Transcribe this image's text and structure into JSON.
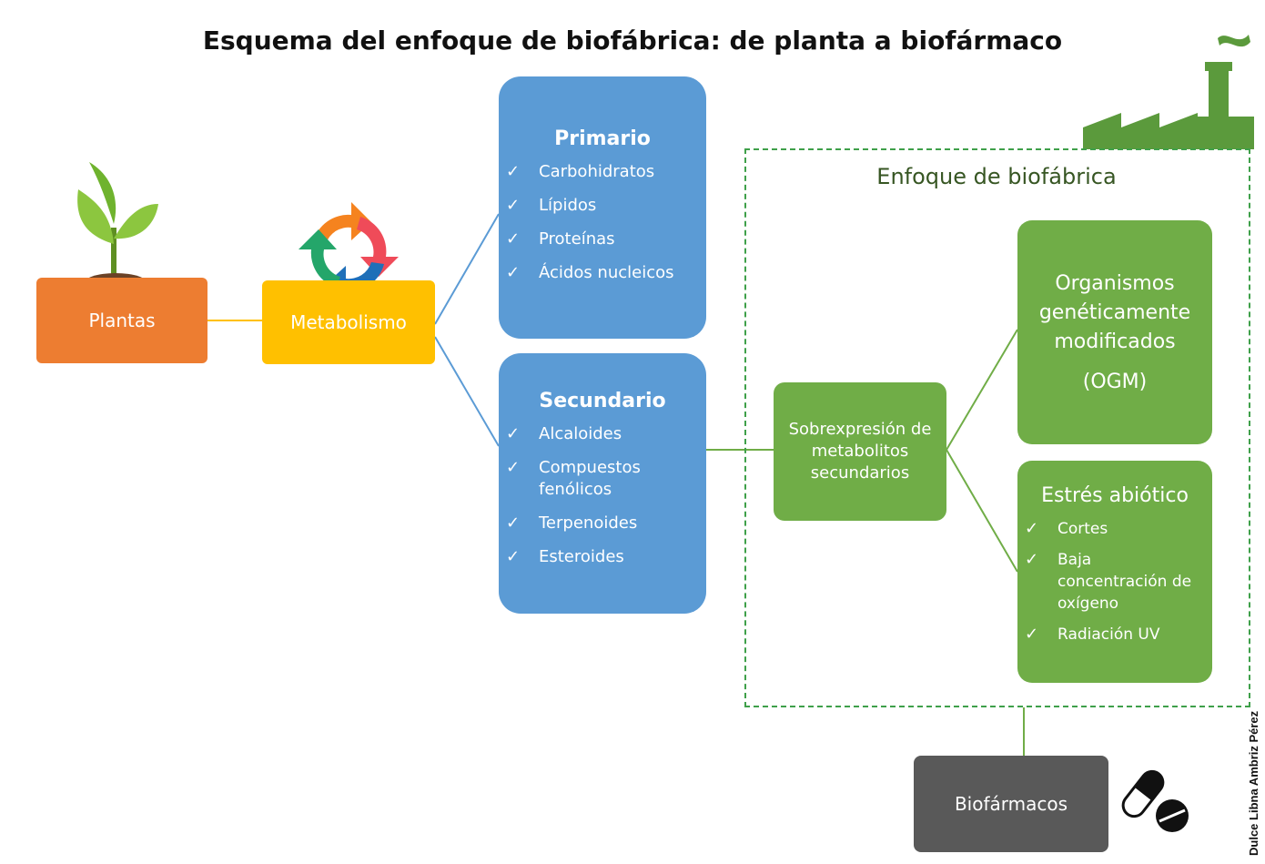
{
  "title": "Esquema del enfoque de biofábrica: de planta a biofármaco",
  "nodes": {
    "plantas": "Plantas",
    "metabolismo": "Metabolismo",
    "primario": {
      "heading": "Primario",
      "items": [
        "Carbohidratos",
        "Lípidos",
        "Proteínas",
        "Ácidos nucleicos"
      ]
    },
    "secundario": {
      "heading": "Secundario",
      "items": [
        "Alcaloides",
        "Compuestos fenólicos",
        "Terpenoides",
        "Esteroides"
      ]
    },
    "enfoque_title": "Enfoque de biofábrica",
    "sobreexpresion": "Sobrexpresión de metabolitos secundarios",
    "ogm": {
      "line1": "Organismos genéticamente modificados",
      "line2": "(OGM)"
    },
    "estres": {
      "heading": "Estrés abiótico",
      "items": [
        "Cortes",
        "Baja concentración de oxígeno",
        "Radiación UV"
      ]
    },
    "biofarmacos": "Biofármacos"
  },
  "check_mark": "✓",
  "credit": "Dulce Libna Ambriz Pérez",
  "colors": {
    "blue": "#5b9bd5",
    "green": "#70ad47",
    "orange": "#ed7d31",
    "yellow": "#ffc000",
    "gray": "#595959",
    "factory": "#5b9a3c"
  },
  "icons": [
    "plant-sprout-icon",
    "cycle-arrows-icon",
    "factory-icon",
    "pill-capsule-icon"
  ]
}
